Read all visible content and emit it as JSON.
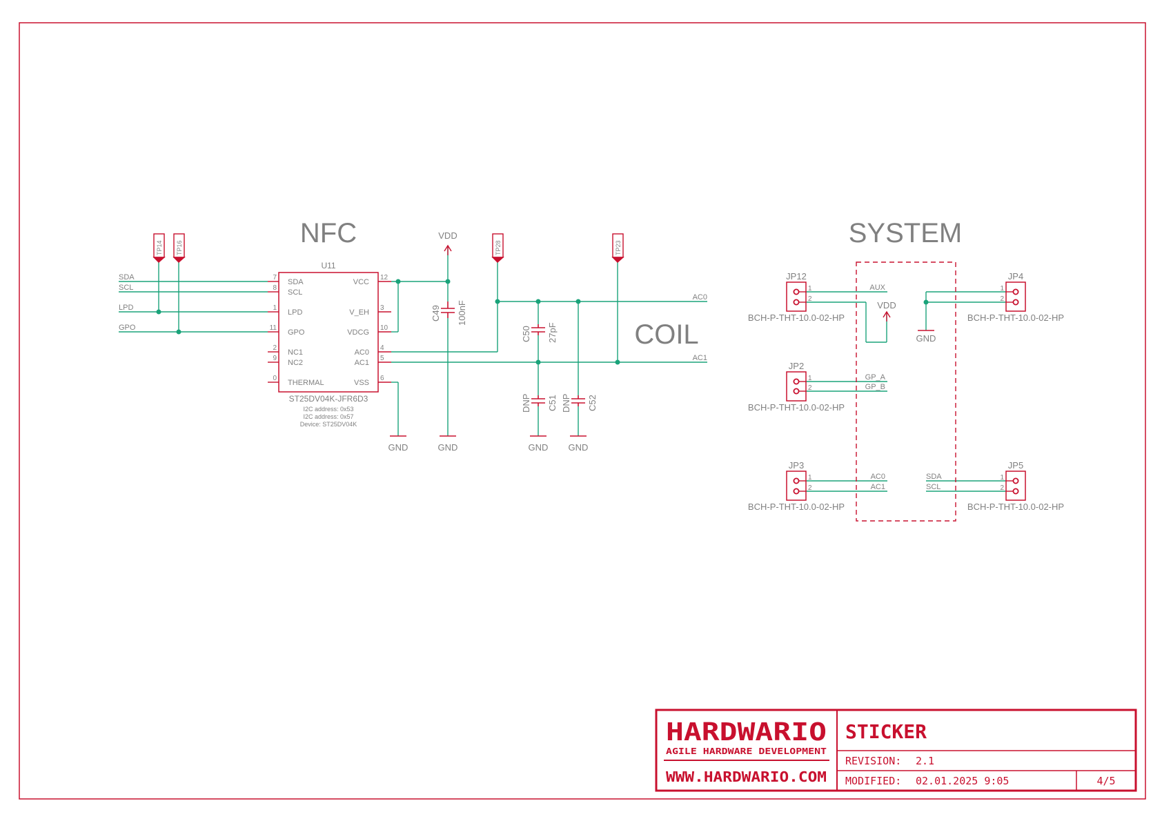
{
  "colors": {
    "frame": "#c8102e",
    "wire": "#1aa37a",
    "text": "#808080"
  },
  "sections": {
    "nfc": "NFC",
    "coil": "COIL",
    "system": "SYSTEM"
  },
  "testpoints": {
    "tp14": "TP14",
    "tp16": "TP16",
    "tp28": "TP28",
    "tp23": "TP23"
  },
  "nets": {
    "sda": "SDA",
    "scl": "SCL",
    "lpd": "LPD",
    "gpo": "GPO",
    "vdd": "VDD",
    "gnd": "GND",
    "ac0": "AC0",
    "ac1": "AC1",
    "aux": "AUX",
    "gp_a": "GP_A",
    "gp_b": "GP_B"
  },
  "u11": {
    "ref": "U11",
    "value": "ST25DV04K-JFR6D3",
    "notes": [
      "I2C address: 0x53",
      "I2C address: 0x57",
      "Device: ST25DV04K"
    ],
    "left_pins": [
      {
        "num": "7",
        "name": "SDA"
      },
      {
        "num": "8",
        "name": "SCL"
      },
      {
        "num": "1",
        "name": "LPD"
      },
      {
        "num": "11",
        "name": "GPO"
      },
      {
        "num": "2",
        "name": "NC1"
      },
      {
        "num": "9",
        "name": "NC2"
      },
      {
        "num": "0",
        "name": "THERMAL"
      }
    ],
    "right_pins": [
      {
        "num": "12",
        "name": "VCC"
      },
      {
        "num": "3",
        "name": "V_EH"
      },
      {
        "num": "10",
        "name": "VDCG"
      },
      {
        "num": "4",
        "name": "AC0"
      },
      {
        "num": "5",
        "name": "AC1"
      },
      {
        "num": "6",
        "name": "VSS"
      }
    ]
  },
  "capacitors": {
    "c49": {
      "ref": "C49",
      "value": "100nF"
    },
    "c50": {
      "ref": "C50",
      "value": "27pF"
    },
    "c51": {
      "ref": "C51",
      "value": "DNP"
    },
    "c52": {
      "ref": "C52",
      "value": "DNP"
    }
  },
  "connectors": {
    "part": "BCH-P-THT-10.0-02-HP",
    "jp12": "JP12",
    "jp2": "JP2",
    "jp3": "JP3",
    "jp4": "JP4",
    "jp5": "JP5",
    "pin1": "1",
    "pin2": "2"
  },
  "titleblock": {
    "company": "HARDWARIO",
    "tagline": "AGILE HARDWARE DEVELOPMENT",
    "website": "WWW.HARDWARIO.COM",
    "project": "STICKER",
    "revision_label": "REVISION:",
    "revision": "2.1",
    "modified_label": "MODIFIED:",
    "modified": "02.01.2025 9:05",
    "sheet": "4/5"
  }
}
